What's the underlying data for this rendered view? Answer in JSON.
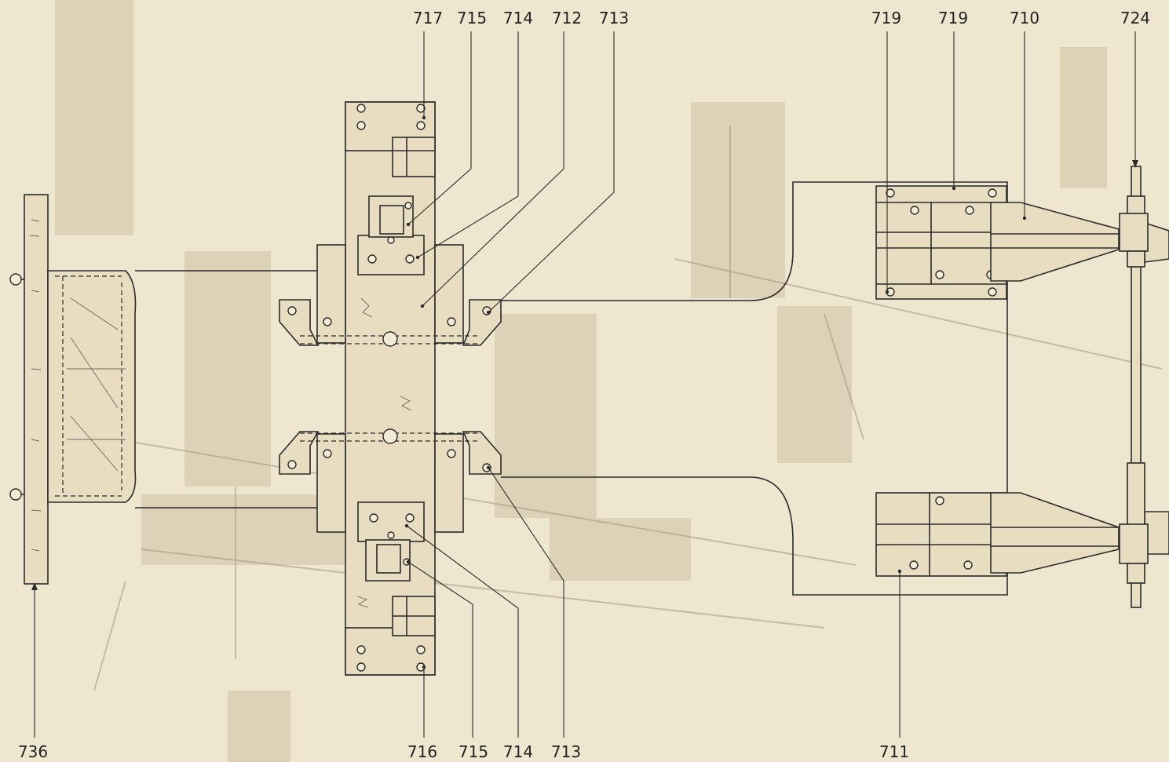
{
  "callouts": {
    "top": [
      "717",
      "715",
      "714",
      "712",
      "713",
      "719",
      "719",
      "710",
      "724"
    ],
    "bottom": [
      "736",
      "716",
      "715",
      "714",
      "713",
      "711"
    ]
  }
}
